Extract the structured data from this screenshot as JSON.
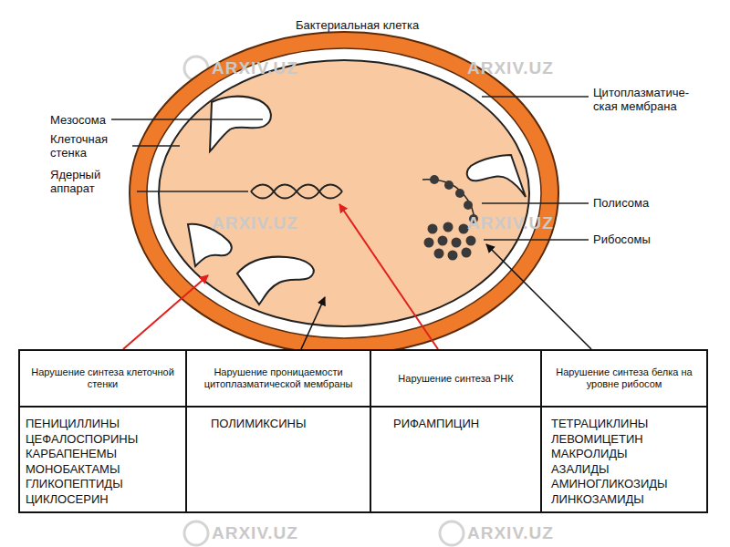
{
  "diagram": {
    "title": "Бактериальная клетка",
    "nodes": [
      {
        "text": [
          "Нарушение синтеза клеточной стенки"
        ]
      },
      {
        "text": [
          "Нарушение проницаемости цитоплазматической мембраны"
        ]
      },
      {
        "text": [
          "Нарушение синтеза РНК"
        ]
      },
      {
        "text": [
          "Нарушение синтеза белка на уровне рибосом"
        ]
      },
      {
        "text": [
          "ПЕНИЦИЛЛИНЫ",
          "ЦЕФАЛОСПОРИНЫ",
          "КАРБАПЕНЕМЫ",
          "МОНОБАКТАМЫ",
          "ГЛИКОПЕПТИДЫ",
          "ЦИКЛОСЕРИН"
        ]
      },
      {
        "text": [
          "ПОЛИМИКСИНЫ"
        ]
      },
      {
        "text": [
          "РИФАМПИЦИН"
        ]
      },
      {
        "text": [
          "ТЕТРАЦИКЛИНЫ",
          "ЛЕВОМИЦЕТИН",
          "МАКРОЛИДЫ",
          "АЗАЛИДЫ",
          "АМИНОГЛИКОЗИДЫ",
          "ЛИНКОЗАМИДЫ"
        ]
      }
    ],
    "labels": [
      "Мезосома",
      "Клеточная стенка",
      "Ядерный аппарат",
      "Цитоплазматиче- ская мембрана",
      "Полисома",
      "Рибосомы",
      "ARXIV.UZ",
      "ARXIV.UZ",
      "ARXIV.UZ",
      "ARXIV.UZ",
      "ARXIV.UZ",
      "ARXIV.UZ",
      "ARXIV.UZ",
      "ARXIV.UZ"
    ]
  }
}
